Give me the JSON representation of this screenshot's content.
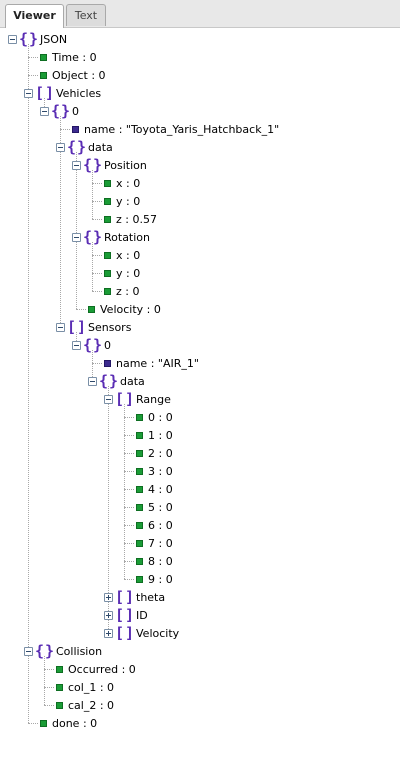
{
  "tabs": [
    {
      "label": "Viewer",
      "active": true
    },
    {
      "label": "Text",
      "active": false
    }
  ],
  "colors": {
    "object_icon": "#5a2db4",
    "leaf_value": "#1a9c36",
    "leaf_string": "#3d2b8f",
    "tree_lines": "#a8a8a8"
  },
  "tree": [
    {
      "label": "JSON",
      "depth": 0,
      "type": "object",
      "toggle": "minus",
      "name": "json-root"
    },
    {
      "label": "Time : 0",
      "depth": 1,
      "type": "leaf",
      "name": "time"
    },
    {
      "label": "Object : 0",
      "depth": 1,
      "type": "leaf",
      "name": "object"
    },
    {
      "label": "Vehicles",
      "depth": 1,
      "type": "array",
      "toggle": "minus",
      "name": "vehicles"
    },
    {
      "label": "0",
      "depth": 2,
      "type": "object",
      "toggle": "minus",
      "name": "vehicle-0"
    },
    {
      "label": "name : \"Toyota_Yaris_Hatchback_1\"",
      "depth": 3,
      "type": "string",
      "name": "vehicle-name"
    },
    {
      "label": "data",
      "depth": 3,
      "type": "object",
      "toggle": "minus",
      "name": "vehicle-data"
    },
    {
      "label": "Position",
      "depth": 4,
      "type": "object",
      "toggle": "minus",
      "name": "position"
    },
    {
      "label": "x : 0",
      "depth": 5,
      "type": "leaf",
      "name": "position-x"
    },
    {
      "label": "y : 0",
      "depth": 5,
      "type": "leaf",
      "name": "position-y"
    },
    {
      "label": "z : 0.57",
      "depth": 5,
      "type": "leaf",
      "name": "position-z"
    },
    {
      "label": "Rotation",
      "depth": 4,
      "type": "object",
      "toggle": "minus",
      "name": "rotation"
    },
    {
      "label": "x : 0",
      "depth": 5,
      "type": "leaf",
      "name": "rotation-x"
    },
    {
      "label": "y : 0",
      "depth": 5,
      "type": "leaf",
      "name": "rotation-y"
    },
    {
      "label": "z : 0",
      "depth": 5,
      "type": "leaf",
      "name": "rotation-z"
    },
    {
      "label": "Velocity : 0",
      "depth": 4,
      "type": "leaf",
      "name": "vehicle-velocity"
    },
    {
      "label": "Sensors",
      "depth": 3,
      "type": "array",
      "toggle": "minus",
      "name": "sensors"
    },
    {
      "label": "0",
      "depth": 4,
      "type": "object",
      "toggle": "minus",
      "name": "sensor-0"
    },
    {
      "label": "name : \"AIR_1\"",
      "depth": 5,
      "type": "string",
      "name": "sensor-name"
    },
    {
      "label": "data",
      "depth": 5,
      "type": "object",
      "toggle": "minus",
      "name": "sensor-data"
    },
    {
      "label": "Range",
      "depth": 6,
      "type": "array",
      "toggle": "minus",
      "name": "range"
    },
    {
      "label": "0 : 0",
      "depth": 7,
      "type": "leaf",
      "name": "range-0"
    },
    {
      "label": "1 : 0",
      "depth": 7,
      "type": "leaf",
      "name": "range-1"
    },
    {
      "label": "2 : 0",
      "depth": 7,
      "type": "leaf",
      "name": "range-2"
    },
    {
      "label": "3 : 0",
      "depth": 7,
      "type": "leaf",
      "name": "range-3"
    },
    {
      "label": "4 : 0",
      "depth": 7,
      "type": "leaf",
      "name": "range-4"
    },
    {
      "label": "5 : 0",
      "depth": 7,
      "type": "leaf",
      "name": "range-5"
    },
    {
      "label": "6 : 0",
      "depth": 7,
      "type": "leaf",
      "name": "range-6"
    },
    {
      "label": "7 : 0",
      "depth": 7,
      "type": "leaf",
      "name": "range-7"
    },
    {
      "label": "8 : 0",
      "depth": 7,
      "type": "leaf",
      "name": "range-8"
    },
    {
      "label": "9 : 0",
      "depth": 7,
      "type": "leaf",
      "name": "range-9"
    },
    {
      "label": "theta",
      "depth": 6,
      "type": "array",
      "toggle": "plus",
      "name": "theta"
    },
    {
      "label": "ID",
      "depth": 6,
      "type": "array",
      "toggle": "plus",
      "name": "id"
    },
    {
      "label": "Velocity",
      "depth": 6,
      "type": "array",
      "toggle": "plus",
      "name": "sensor-velocity"
    },
    {
      "label": "Collision",
      "depth": 1,
      "type": "object",
      "toggle": "minus",
      "name": "collision"
    },
    {
      "label": "Occurred : 0",
      "depth": 2,
      "type": "leaf",
      "name": "occurred"
    },
    {
      "label": "col_1 : 0",
      "depth": 2,
      "type": "leaf",
      "name": "col-1"
    },
    {
      "label": "cal_2 : 0",
      "depth": 2,
      "type": "leaf",
      "name": "cal-2"
    },
    {
      "label": "done : 0",
      "depth": 1,
      "type": "leaf",
      "name": "done"
    }
  ]
}
